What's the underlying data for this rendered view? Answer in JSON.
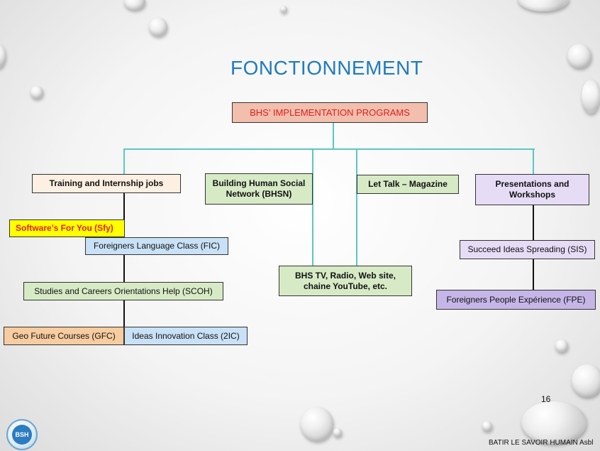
{
  "slide": {
    "title": "FONCTIONNEMENT",
    "page_number": "16",
    "footer": "BATIR LE SAVOIR HUMAIN Asbl",
    "logo_text": "BSH"
  },
  "root": {
    "label": "BHS’ IMPLEMENTATION PROGRAMS"
  },
  "branches": {
    "training": "Training and Internship jobs",
    "bhsn": "Building Human Social Network (BHSN)",
    "let_talk": "Let Talk – Magazine",
    "presentations": "Presentations and Workshops",
    "media": "BHS TV, Radio, Web site, chaine YouTube, etc."
  },
  "training_items": {
    "sfy": "Software’s For You (Sfy)",
    "fic": "Foreigners Language Class (FIC)",
    "scoh": "Studies and Careers Orientations Help (SCOH)",
    "gfc": "Geo Future Courses (GFC)",
    "iic": "Ideas Innovation Class (2IC)"
  },
  "presentation_items": {
    "sis": "Succeed Ideas Spreading (SIS)",
    "fpe": "Foreigners People Expérience (FPE)"
  },
  "colors": {
    "title": "#1f7bbf",
    "root_fill": "#f2bfae",
    "connector": "#5cc7c1",
    "training_fill": "#fdf0e2",
    "green_fill": "#d7eac6",
    "purple_fill": "#e7dcf6",
    "yellow_fill": "#ffff00",
    "blue_fill": "#c9e1f6",
    "orange_fill": "#f6cca0",
    "red_text": "#e0201a"
  }
}
